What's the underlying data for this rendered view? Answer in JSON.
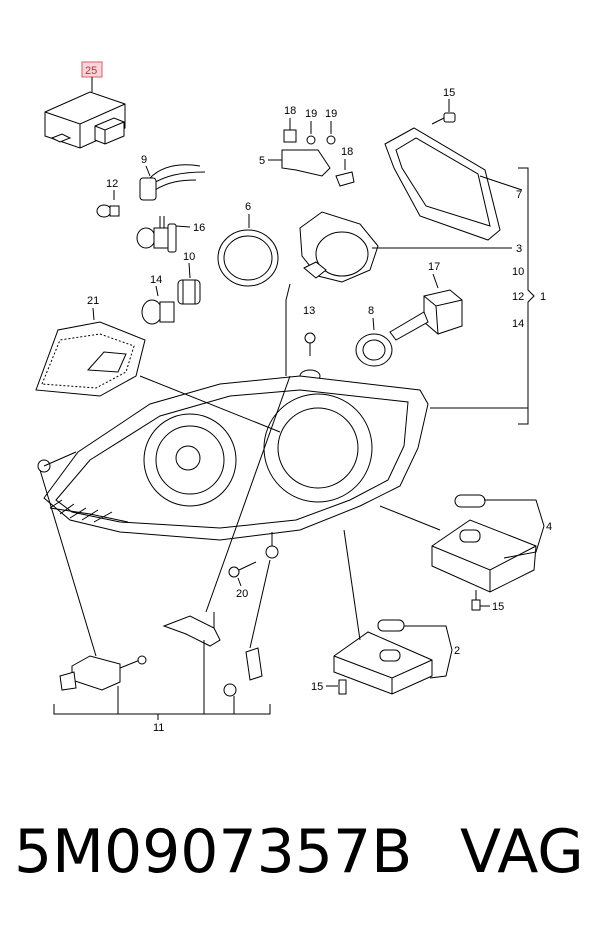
{
  "callouts": {
    "c1": "1",
    "c2": "2",
    "c3": "3",
    "c4": "4",
    "c5": "5",
    "c6": "6",
    "c7": "7",
    "c8": "8",
    "c9": "9",
    "c10a": "10",
    "c10b": "10",
    "c11": "11",
    "c12": "12",
    "c12b": "12",
    "c13": "13",
    "c14a": "14",
    "c14b": "14",
    "c15a": "15",
    "c15b": "15",
    "c15c": "15",
    "c16": "16",
    "c17": "17",
    "c18a": "18",
    "c18b": "18",
    "c19a": "19",
    "c19b": "19",
    "c20": "20",
    "c21": "21",
    "c25": "25"
  },
  "highlight_color": "#e05a6a",
  "footer": {
    "part_number": "5M0907357B",
    "brand": "VAG"
  }
}
